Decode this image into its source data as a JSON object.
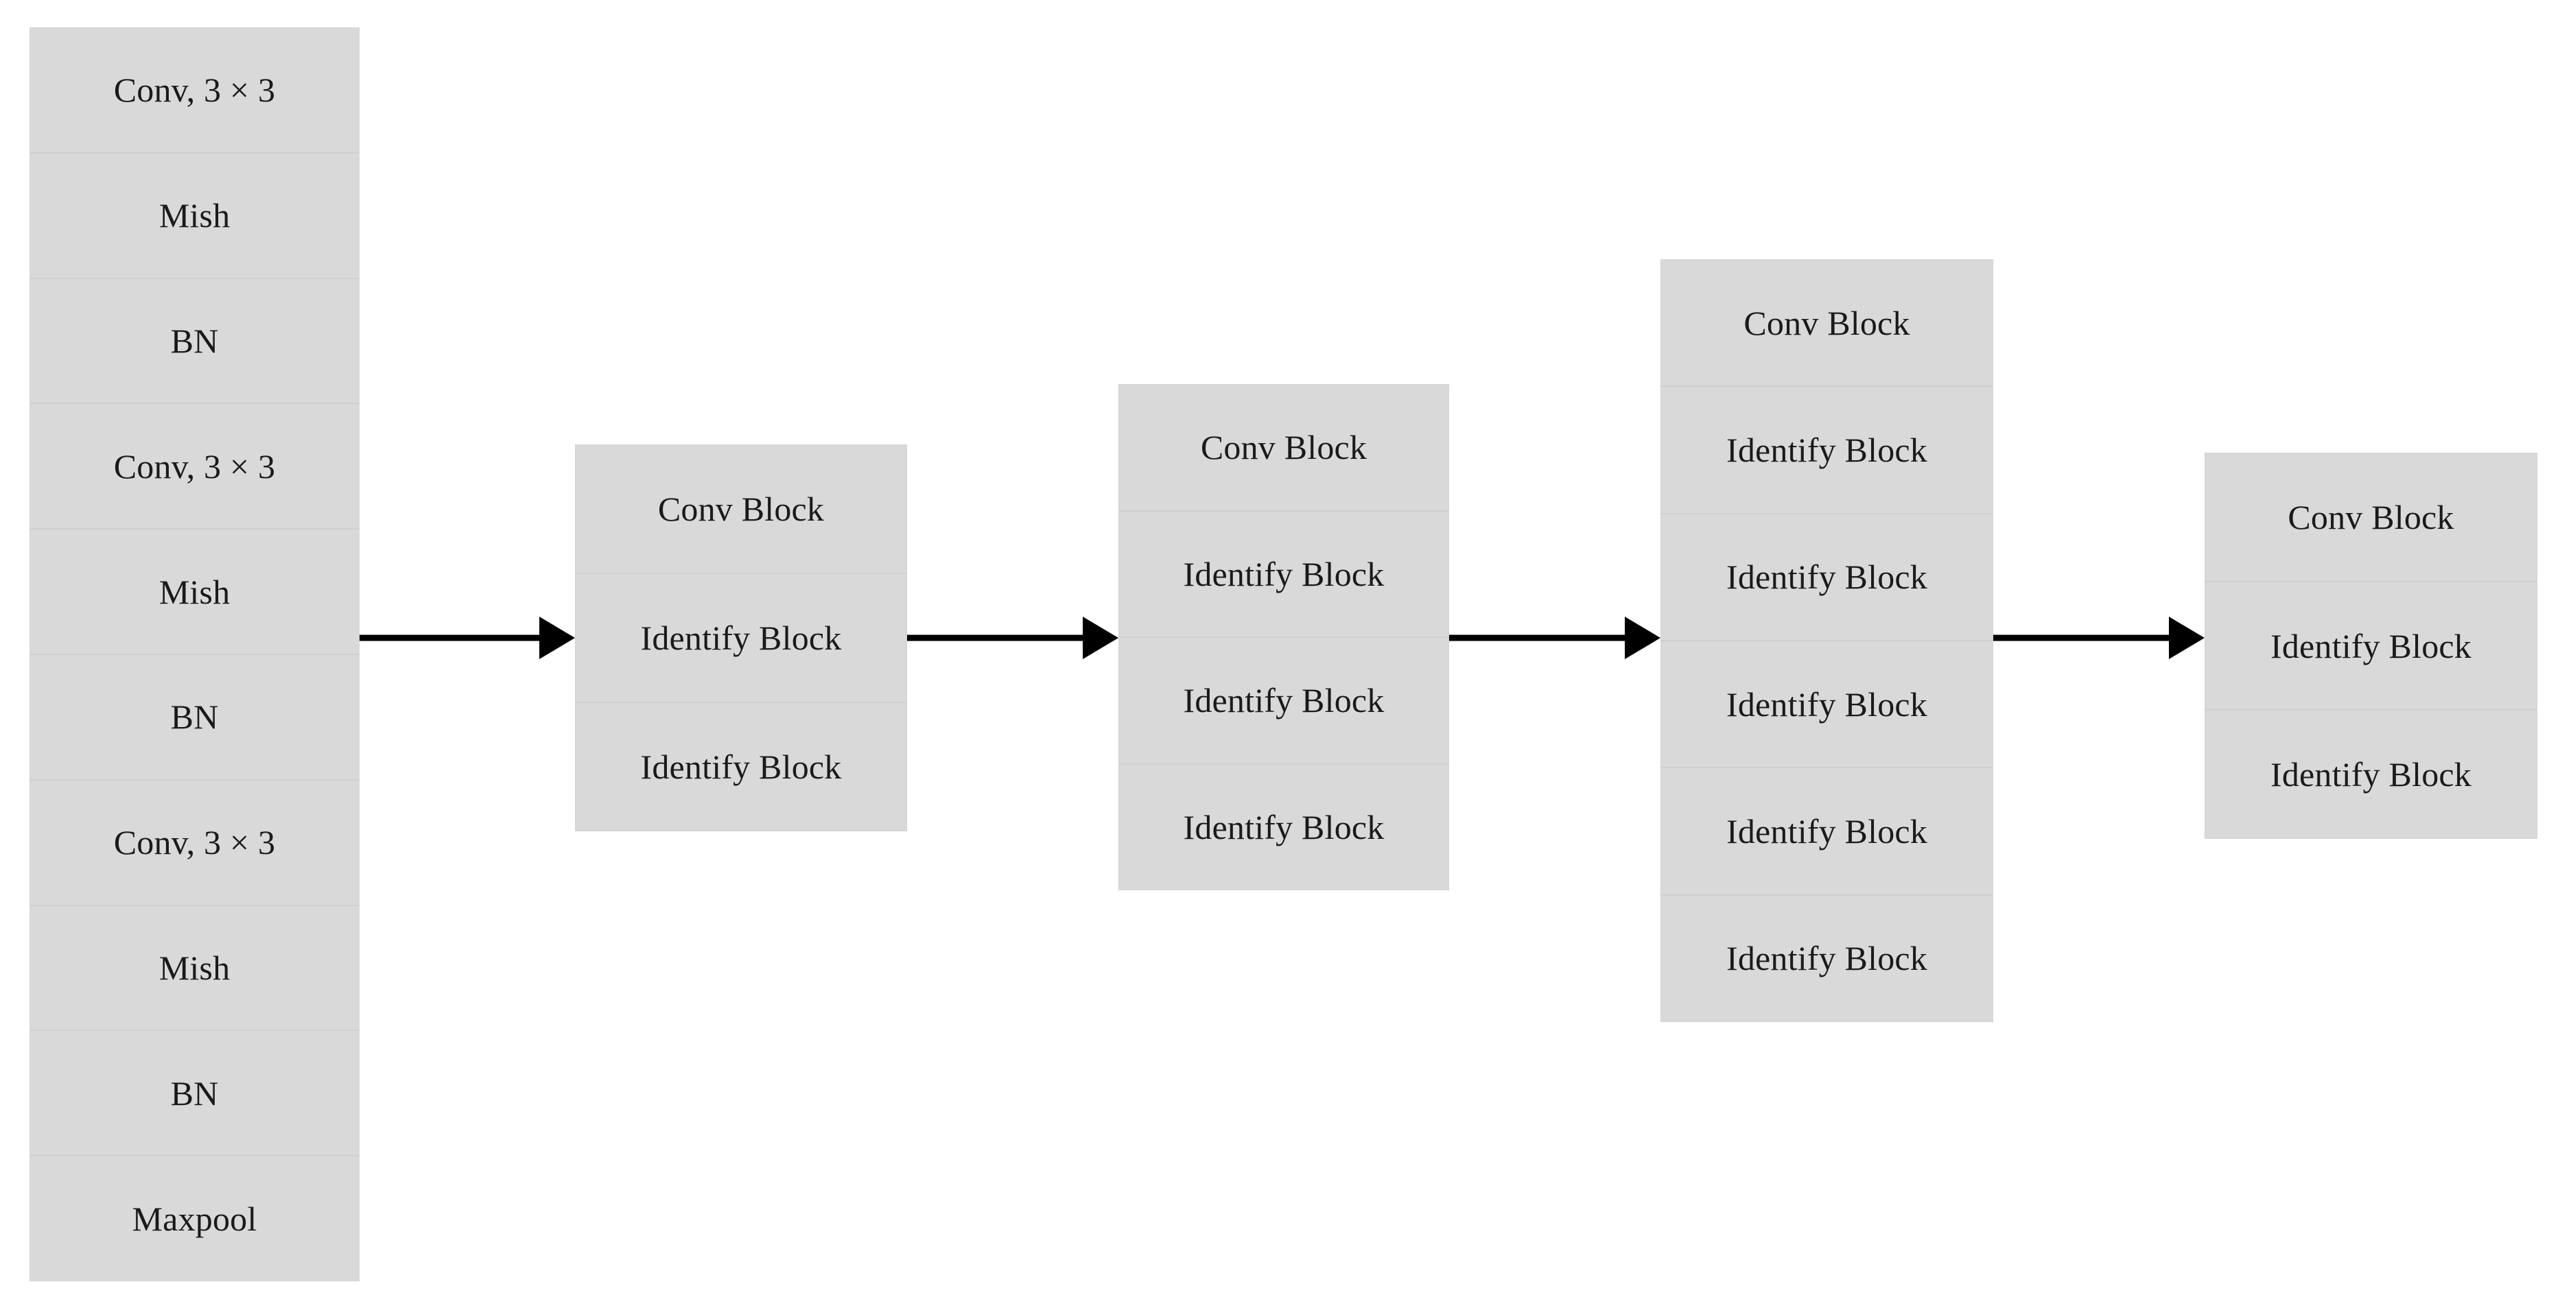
{
  "diagram": {
    "title": "CNN backbone architecture block diagram",
    "background_color": "#ffffff",
    "block_fill_color": "#d9d9d9",
    "block_border_color": "#d3d3d3",
    "row_separator_color": "#cfcfcf",
    "arrow_color": "#000000",
    "text_color": "#1a1a1a"
  },
  "stacks": [
    {
      "name": "stem-stack",
      "rows": [
        {
          "label": "Conv, 3 × 3"
        },
        {
          "label": "Mish"
        },
        {
          "label": "BN"
        },
        {
          "label": "Conv, 3 × 3"
        },
        {
          "label": "Mish"
        },
        {
          "label": "BN"
        },
        {
          "label": "Conv, 3 × 3"
        },
        {
          "label": "Mish"
        },
        {
          "label": "BN"
        },
        {
          "label": "Maxpool"
        }
      ]
    },
    {
      "name": "stage-1-stack",
      "rows": [
        {
          "label": "Conv Block"
        },
        {
          "label": "Identify Block"
        },
        {
          "label": "Identify Block"
        }
      ]
    },
    {
      "name": "stage-2-stack",
      "rows": [
        {
          "label": "Conv Block"
        },
        {
          "label": "Identify Block"
        },
        {
          "label": "Identify Block"
        },
        {
          "label": "Identify Block"
        }
      ]
    },
    {
      "name": "stage-3-stack",
      "rows": [
        {
          "label": "Conv Block"
        },
        {
          "label": "Identify Block"
        },
        {
          "label": "Identify Block"
        },
        {
          "label": "Identify Block"
        },
        {
          "label": "Identify Block"
        },
        {
          "label": "Identify Block"
        }
      ]
    },
    {
      "name": "stage-4-stack",
      "rows": [
        {
          "label": "Conv Block"
        },
        {
          "label": "Identify Block"
        },
        {
          "label": "Identify Block"
        }
      ]
    }
  ],
  "arrows": [
    {
      "name": "arrow-stem-to-stage-1"
    },
    {
      "name": "arrow-stage-1-to-stage-2"
    },
    {
      "name": "arrow-stage-2-to-stage-3"
    },
    {
      "name": "arrow-stage-3-to-stage-4"
    }
  ]
}
